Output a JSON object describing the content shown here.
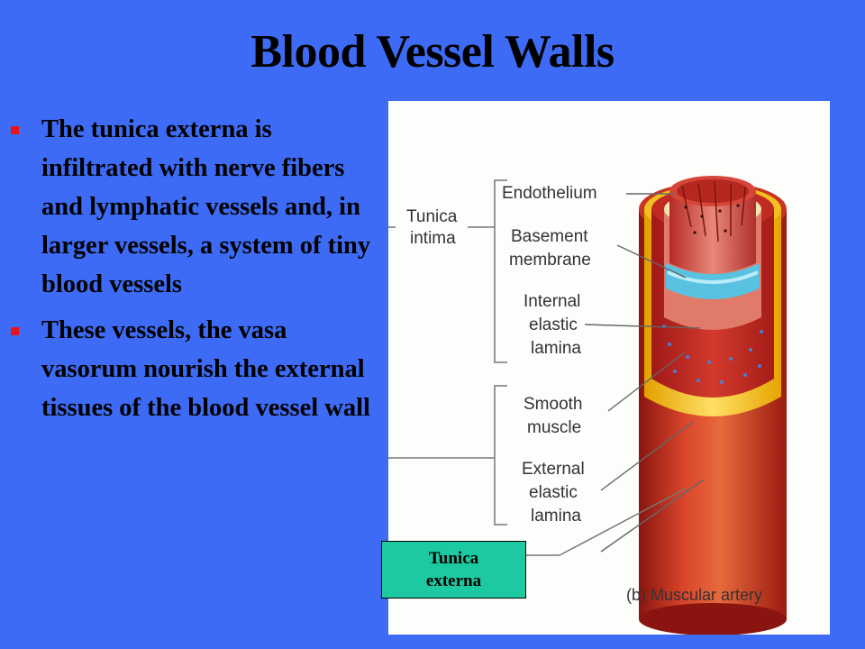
{
  "slide": {
    "title": "Blood Vessel Walls",
    "bullets": [
      "The tunica externa is infiltrated with nerve fibers and lymphatic vessels and, in larger vessels, a system of tiny blood vessels",
      "These vessels, the vasa vasorum nourish the external tissues of the blood vessel wall"
    ],
    "colors": {
      "background": "#3d6bf5",
      "bullet": "#e8141c",
      "callout": "#1cc9a0"
    }
  },
  "figure": {
    "labels": {
      "tunica_intima_1": "Tunica",
      "tunica_intima_2": "intima",
      "endothelium": "Endothelium",
      "basement_1": "Basement",
      "basement_2": "membrane",
      "internal_1": "Internal",
      "internal_2": "elastic",
      "internal_3": "lamina",
      "smooth_1": "Smooth",
      "smooth_2": "muscle",
      "external_1": "External",
      "external_2": "elastic",
      "external_3": "lamina"
    },
    "caption": "(b)  Muscular artery",
    "callout": {
      "line1": "Tunica",
      "line2": "externa"
    }
  }
}
